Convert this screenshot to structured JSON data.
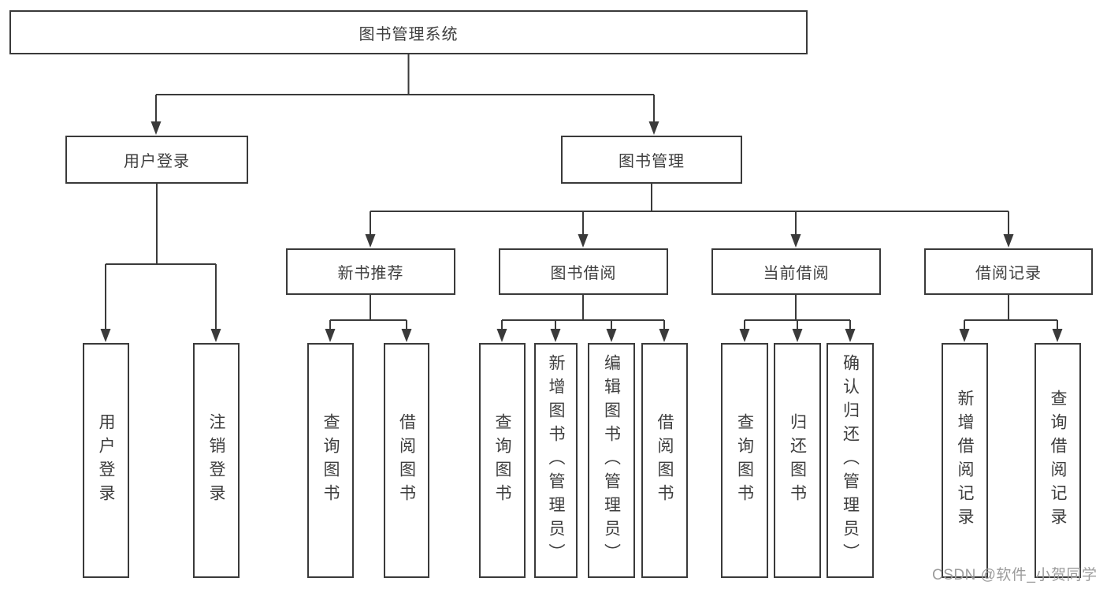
{
  "tree": {
    "label": "图书管理系统",
    "children": [
      {
        "label": "用户登录",
        "children": [
          {
            "label": "用户登录"
          },
          {
            "label": "注销登录"
          }
        ]
      },
      {
        "label": "图书管理",
        "children": [
          {
            "label": "新书推荐",
            "children": [
              {
                "label": "查询图书"
              },
              {
                "label": "借阅图书"
              }
            ]
          },
          {
            "label": "图书借阅",
            "children": [
              {
                "label": "查询图书"
              },
              {
                "label": "新增图书（管理员）"
              },
              {
                "label": "编辑图书（管理员）"
              },
              {
                "label": "借阅图书"
              }
            ]
          },
          {
            "label": "当前借阅",
            "children": [
              {
                "label": "查询图书"
              },
              {
                "label": "归还图书"
              },
              {
                "label": "确认归还（管理员）"
              }
            ]
          },
          {
            "label": "借阅记录",
            "children": [
              {
                "label": "新增借阅记录"
              },
              {
                "label": "查询借阅记录"
              }
            ]
          }
        ]
      }
    ]
  },
  "watermark": {
    "text": "CSDN @软件_小贺同学"
  },
  "colors": {
    "line": "#3a3a3a",
    "text": "#3e3e3e",
    "background": "#ffffff",
    "watermark": "#9c9c9c"
  }
}
